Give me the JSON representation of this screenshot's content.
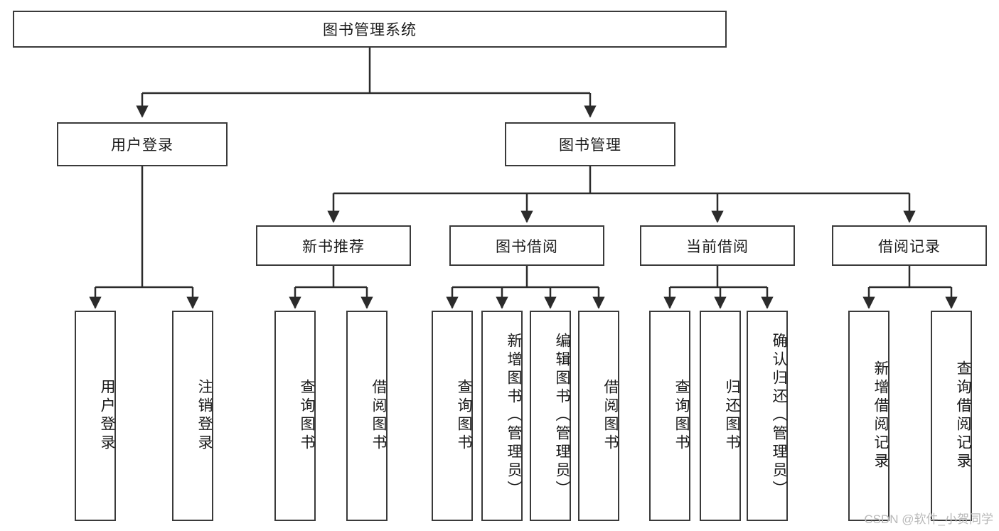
{
  "diagram": {
    "title": "图书管理系统",
    "watermark": "CSDN @软件_小贺同学",
    "style": {
      "box_border": "#3a3a3a",
      "box_fill": "#ffffff",
      "edge_color": "#2b2b2b",
      "text_color": "#1a1a1a",
      "watermark_color": "#b9b9b9"
    },
    "nodes": {
      "root": "图书管理系统",
      "level2": {
        "user_login": "用户登录",
        "book_manage": "图书管理"
      },
      "level3": {
        "new_book_rec": "新书推荐",
        "book_borrow": "图书借阅",
        "current_borrow": "当前借阅",
        "borrow_record": "借阅记录"
      },
      "leaves": {
        "login_1": "用户登录",
        "login_2": "注销登录",
        "rec_1": "查询图书",
        "rec_2": "借阅图书",
        "borrow_1": "查询图书",
        "borrow_2": "新增图书（管理员）",
        "borrow_3": "编辑图书（管理员）",
        "borrow_4": "借阅图书",
        "current_1": "查询图书",
        "current_2": "归还图书",
        "current_3": "确认归还（管理员）",
        "record_1": "新增借阅记录",
        "record_2": "查询借阅记录"
      }
    }
  }
}
